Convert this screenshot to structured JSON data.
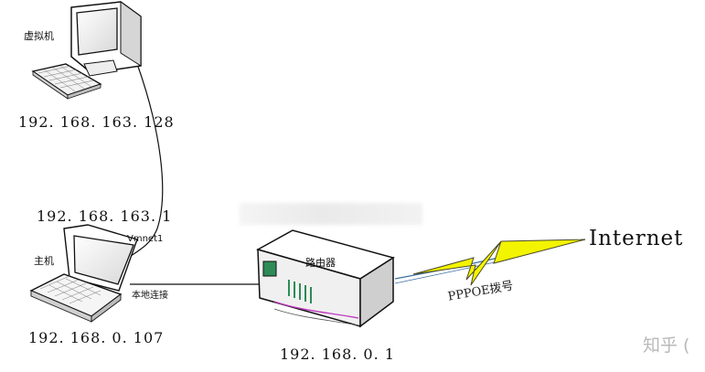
{
  "nodes": {
    "vm": {
      "label": "虚拟机",
      "ip": "192. 168. 163. 128"
    },
    "host": {
      "label": "主机",
      "ip_vmnet": "192. 168. 163. 1",
      "vmnet_label": "Vmnet1",
      "ip_local": "192. 168. 0. 107",
      "local_link_label": "本地连接"
    },
    "router": {
      "label": "路由器",
      "ip": "192. 168. 0. 1"
    },
    "internet": {
      "label": "Internet",
      "link_label": "PPPOE拨号"
    }
  },
  "watermark": "知乎 (",
  "colors": {
    "line": "#111111",
    "lightning_fill": "#f3f400",
    "lightning_stroke": "#4a4a2a",
    "wave": "#3a6fa0",
    "router_led": "#2e8b57"
  }
}
